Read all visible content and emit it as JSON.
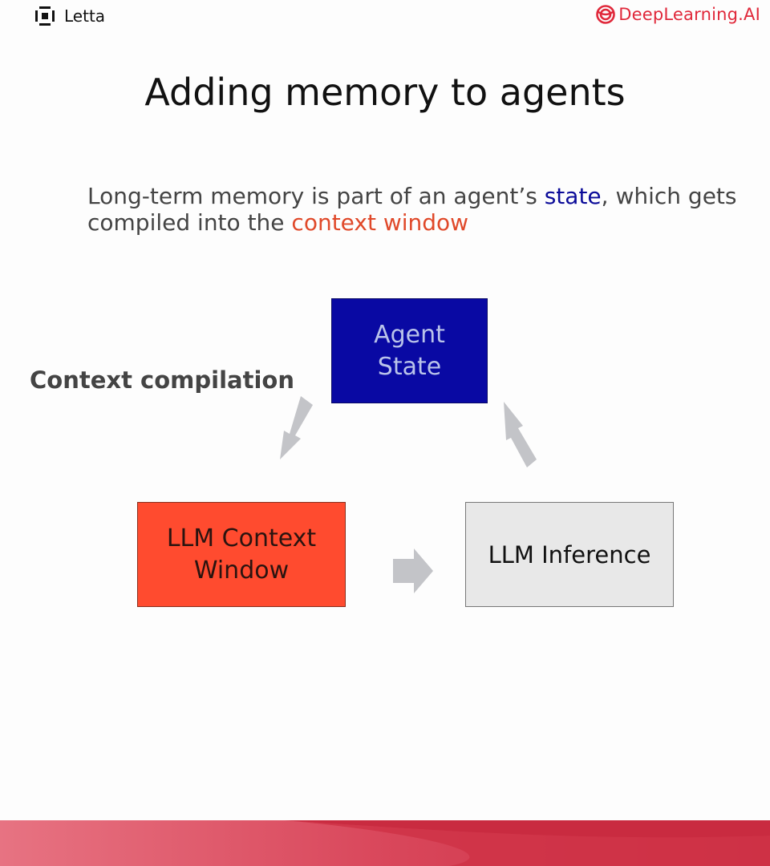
{
  "header": {
    "left_brand": "Letta",
    "right_brand": "DeepLearning.AI"
  },
  "slide": {
    "title": "Adding memory to agents",
    "subtitle": {
      "part1": "Long-term memory is part of an agent’s ",
      "state": "state",
      "part2": ", which gets compiled into the ",
      "context_window": "context window"
    }
  },
  "diagram": {
    "agent_state_line1": "Agent",
    "agent_state_line2": "State",
    "context_window_line1": "LLM Context",
    "context_window_line2": "Window",
    "inference": "LLM Inference",
    "compile_label": "Context compilation"
  },
  "colors": {
    "agent_state_fill": "#0909a3",
    "context_window_fill": "#ff4b2f",
    "inference_fill": "#e8e8e8",
    "arrow": "#c3c4c8",
    "state_highlight": "#0b0b99",
    "context_highlight": "#e0492a",
    "brand_red": "#e0283a"
  }
}
